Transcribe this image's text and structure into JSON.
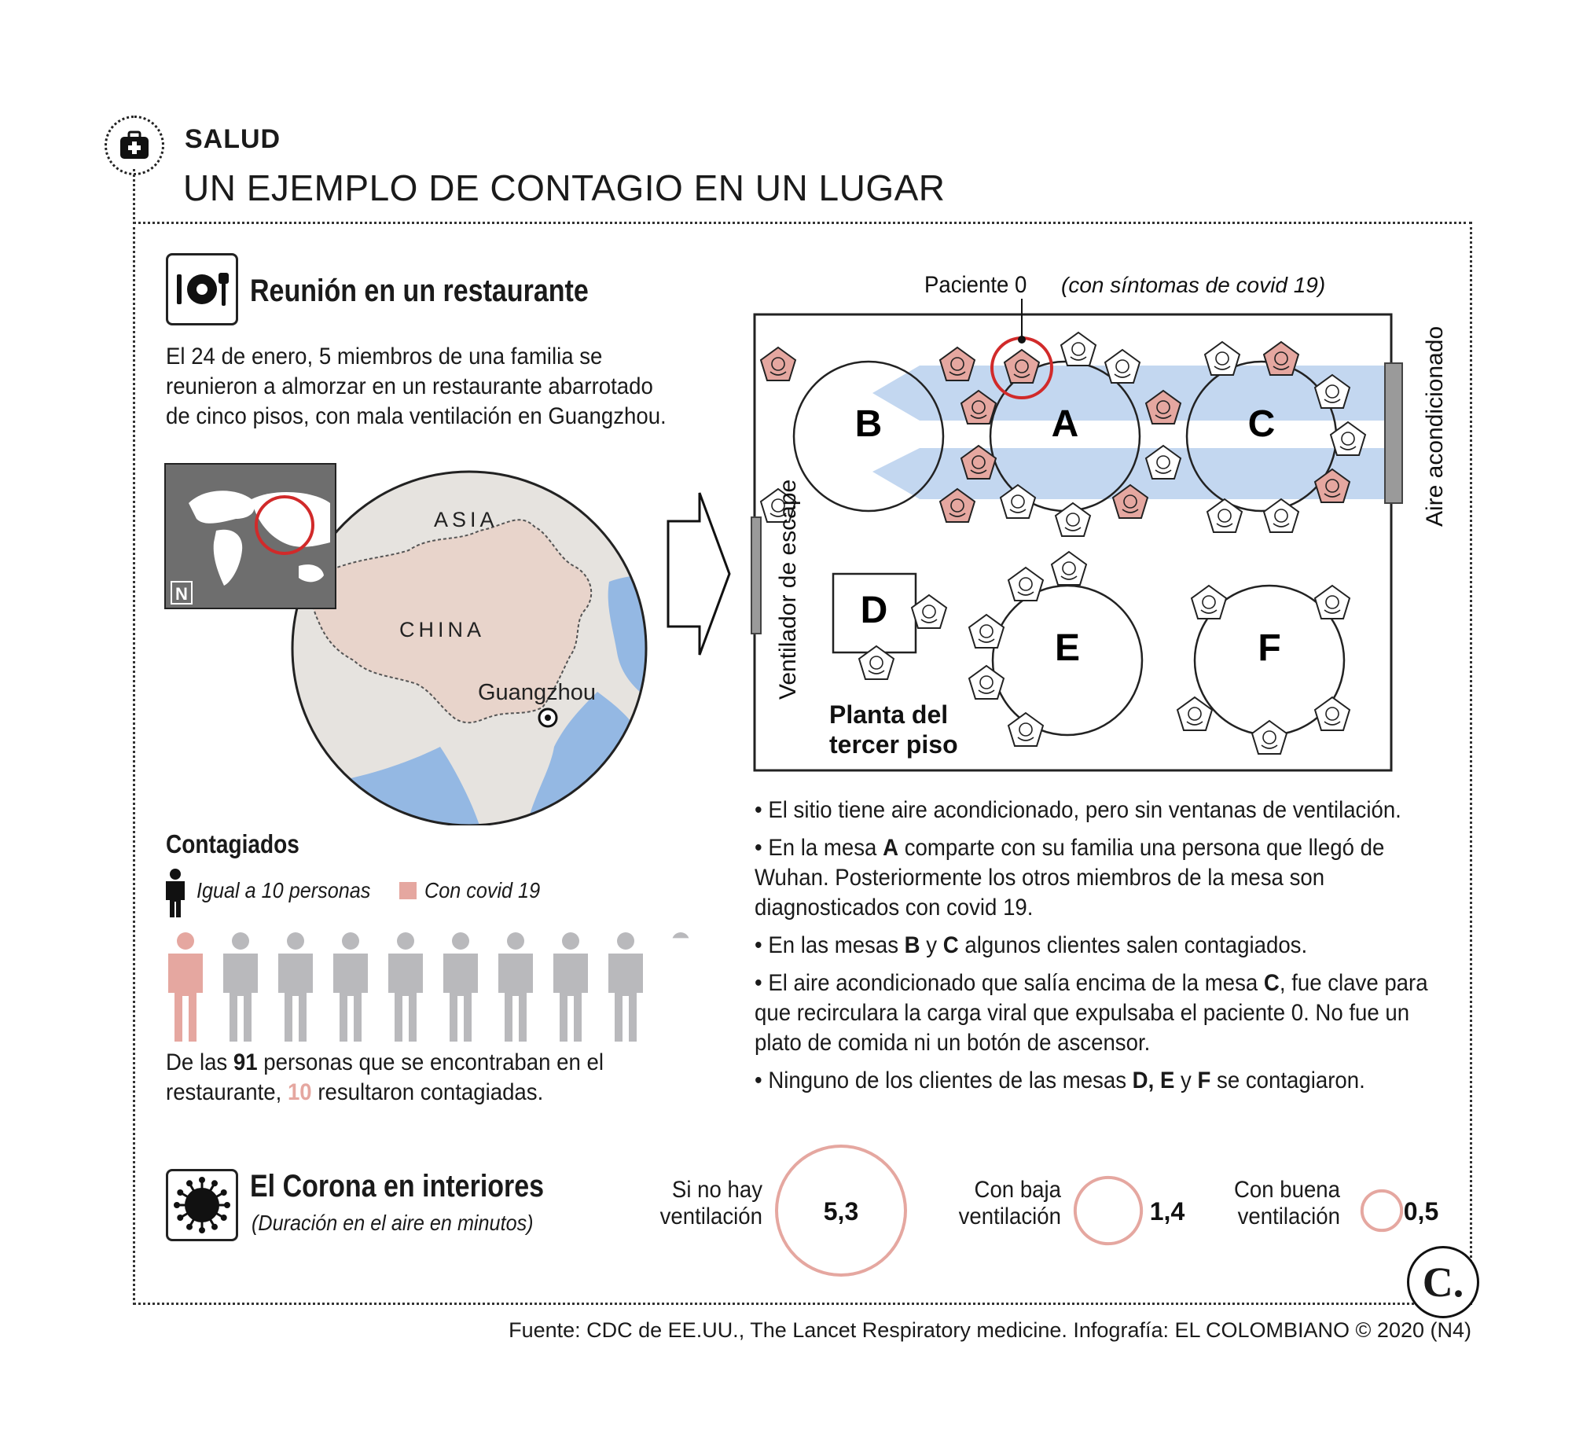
{
  "header": {
    "section": "SALUD",
    "title": "UN EJEMPLO DE CONTAGIO EN UN LUGAR"
  },
  "restaurant": {
    "heading": "Reunión en un restaurante",
    "intro_lines": [
      "El 24 de enero, 5 miembros de una familia se",
      "reunieron a almorzar en un restaurante abarrotado",
      "de cinco pisos, con mala ventilación en Guangzhou."
    ]
  },
  "map": {
    "region": "ASIA",
    "country": "CHINA",
    "city": "Guangzhou",
    "north": "N"
  },
  "floorplan": {
    "patient_zero": "Paciente 0",
    "patient_zero_note": "(con síntomas de covid 19)",
    "exhaust_label": "Ventilador de escape",
    "ac_label": "Aire acondicionado",
    "floor_label_1": "Planta del",
    "floor_label_2": "tercer piso",
    "tables": [
      "A",
      "B",
      "C",
      "D",
      "E",
      "F"
    ]
  },
  "infected": {
    "heading": "Contagiados",
    "legend_person": "Igual a 10 personas",
    "legend_covid": "Con covid 19",
    "total": 91,
    "infected": 10,
    "summary_pre": "De las ",
    "summary_total": "91",
    "summary_mid": " personas que se encontraban en el",
    "summary_line2_pre": "restaurante, ",
    "summary_infected": "10",
    "summary_post": " resultaron contagiadas."
  },
  "bullets": {
    "b1": "El sitio tiene aire acondicionado, pero sin ventanas de ventilación.",
    "b2_pre": "En la mesa ",
    "b2_bold": "A",
    "b2_post": " comparte con su familia una persona que llegó de Wuhan. Posteriormente los otros miembros de la mesa son diagnosticados con covid 19.",
    "b3_pre": "En las mesas ",
    "b3_b1": "B",
    "b3_mid": " y ",
    "b3_b2": "C",
    "b3_post": " algunos clientes salen contagiados.",
    "b4_pre": "El aire acondicionado que salía encima de la mesa ",
    "b4_bold": "C",
    "b4_post": ", fue clave para que recirculara la carga viral que expulsaba el paciente 0. No fue un plato de comida ni un botón de ascensor.",
    "b5_pre": "Ninguno de los clientes de las mesas ",
    "b5_b1": "D, E",
    "b5_mid": " y ",
    "b5_b2": "F",
    "b5_post": " se contagiaron."
  },
  "corona": {
    "heading": "El Corona en interiores",
    "subheading": "(Duración en el aire en minutos)",
    "items": [
      {
        "label_1": "Si no hay",
        "label_2": "ventilación",
        "value": "5,3",
        "minutes": 5.3
      },
      {
        "label_1": "Con baja",
        "label_2": "ventilación",
        "value": "1,4",
        "minutes": 1.4
      },
      {
        "label_1": "Con buena",
        "label_2": "ventilación",
        "value": "0,5",
        "minutes": 0.5
      }
    ]
  },
  "footer": {
    "source": "Fuente: CDC de EE.UU., The Lancet Respiratory medicine. Infografía: EL COLOMBIANO © 2020 (N4)",
    "logo_letter": "C."
  },
  "colors": {
    "covid": "#e5a7a0",
    "covid_dark": "#c96e66",
    "healthy": "#b9b9bc",
    "air": "#bcd3ee",
    "land": "#e6e3df",
    "china": "#e8d4cb",
    "water": "#94b8e3",
    "ring": "#e5a7a0",
    "alert": "#d12a2a"
  }
}
